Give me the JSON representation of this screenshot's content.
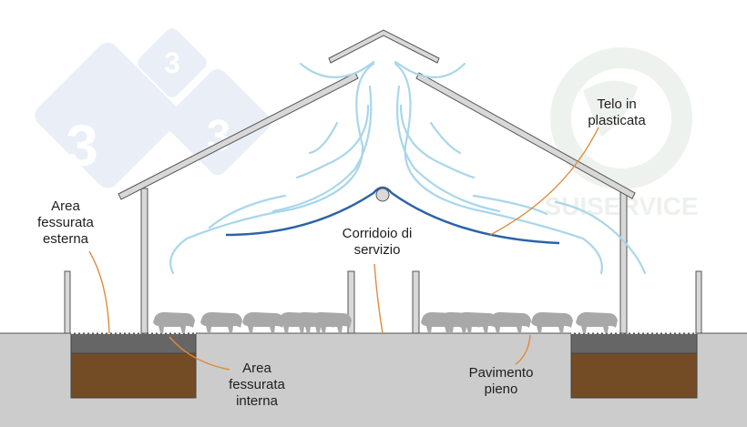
{
  "colors": {
    "ground": "#cccccc",
    "slat_grey": "#666666",
    "manure_brown": "#734b24",
    "structure_fill": "#d8d8d8",
    "structure_stroke": "#555555",
    "airflow_light": "#a9d6ea",
    "curtain_blue": "#2b63a8",
    "leader_orange": "#e08a3c",
    "pig_grey": "#a8a8a8",
    "watermark_blue": "#e9eef7",
    "watermark_green": "#eef2ee"
  },
  "labels": {
    "area_esterna": [
      "Area",
      "fessurata",
      "esterna"
    ],
    "area_interna": [
      "Area",
      "fessurata",
      "interna"
    ],
    "corridoio": [
      "Corridoio di",
      "servizio"
    ],
    "telo": [
      "Telo in",
      "plasticata"
    ],
    "pavimento": [
      "Pavimento",
      "pieno"
    ]
  },
  "watermarks": {
    "logo_digit": "3",
    "brand": "SUISERVICE"
  },
  "pigs": {
    "left_pen_count": 6,
    "right_pen_count": 6
  }
}
